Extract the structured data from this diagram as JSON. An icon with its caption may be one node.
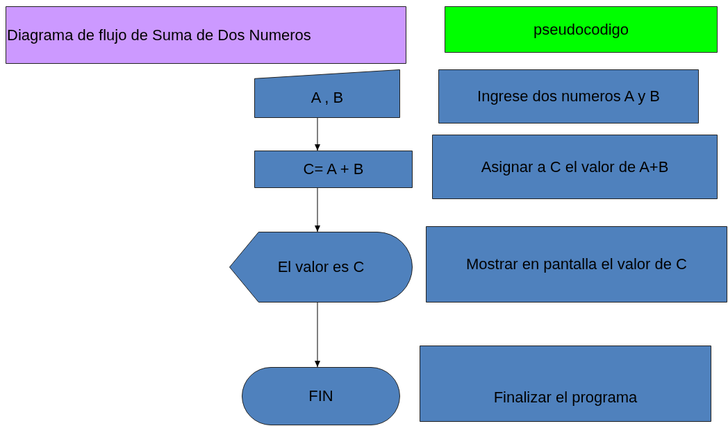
{
  "diagram": {
    "nodes": [
      {
        "text": [
          "Diagrama de flujo de Suma de Dos Numeros"
        ]
      },
      {
        "text": [
          "pseudocodigo"
        ]
      },
      {
        "text": [
          "A , B"
        ]
      },
      {
        "text": [
          "C= A + B"
        ]
      },
      {
        "text": [
          "El valor es C"
        ]
      },
      {
        "text": [
          "FIN"
        ]
      },
      {
        "text": [
          "Ingrese dos numeros A y B"
        ]
      },
      {
        "text": [
          "Asignar a C el valor de A+B"
        ]
      },
      {
        "text": [
          "Mostrar en pantalla el valor de C"
        ]
      },
      {
        "text": [
          "Finalizar el programa"
        ]
      }
    ],
    "edges": [
      {
        "from": 2,
        "to": 3,
        "arrow": "to"
      },
      {
        "from": 3,
        "to": 4,
        "arrow": "to"
      },
      {
        "from": 4,
        "to": 5,
        "arrow": "to"
      }
    ]
  }
}
